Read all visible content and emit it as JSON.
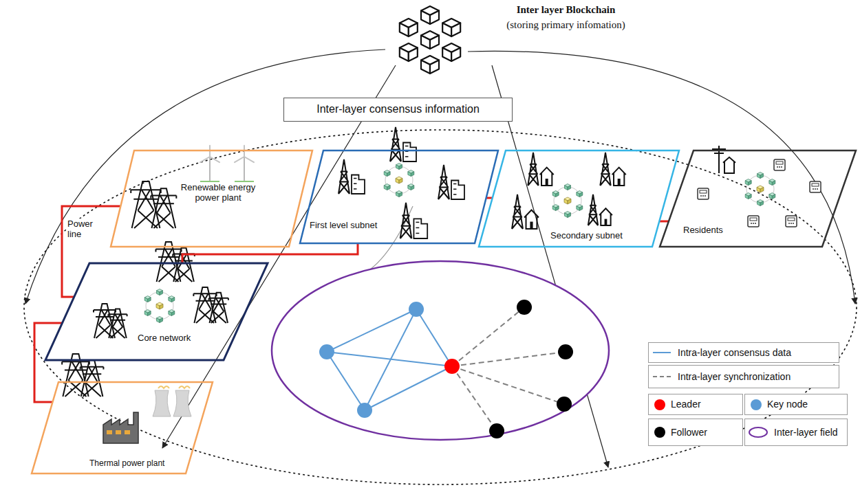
{
  "diagram": {
    "title": "Inter layer Blockchain",
    "nodes": [
      {
        "text": [
          "Inter-layer consensus information"
        ]
      },
      {
        "text": [
          "Renewable energy power plant"
        ]
      },
      {
        "text": [
          "First level subnet"
        ]
      },
      {
        "text": [
          "Secondary subnet"
        ]
      },
      {
        "text": [
          "Residents"
        ]
      },
      {
        "text": [
          "Core network"
        ]
      },
      {
        "text": [
          "Thermal power plant"
        ]
      }
    ],
    "edges": [
      {
        "from": 1,
        "to": 5,
        "arrow": "none",
        "label": "Power line"
      },
      {
        "from": 5,
        "to": 6,
        "arrow": "none"
      },
      {
        "from": 5,
        "to": 2,
        "arrow": "none"
      },
      {
        "from": 2,
        "to": 3,
        "arrow": "none"
      },
      {
        "from": 3,
        "to": 4,
        "arrow": "none"
      }
    ],
    "labels": [
      "(storing primary infomation)"
    ],
    "legend": [
      {
        "text": "Intra-layer consensus data"
      },
      {
        "text": "Intra-layer synchronization"
      },
      {
        "text": "Leader",
        "color": "#ff0000"
      },
      {
        "text": "Key node",
        "color": "#5b9bd5"
      },
      {
        "text": "Follower",
        "color": "#000000"
      },
      {
        "text": "Inter-layer field"
      }
    ]
  }
}
